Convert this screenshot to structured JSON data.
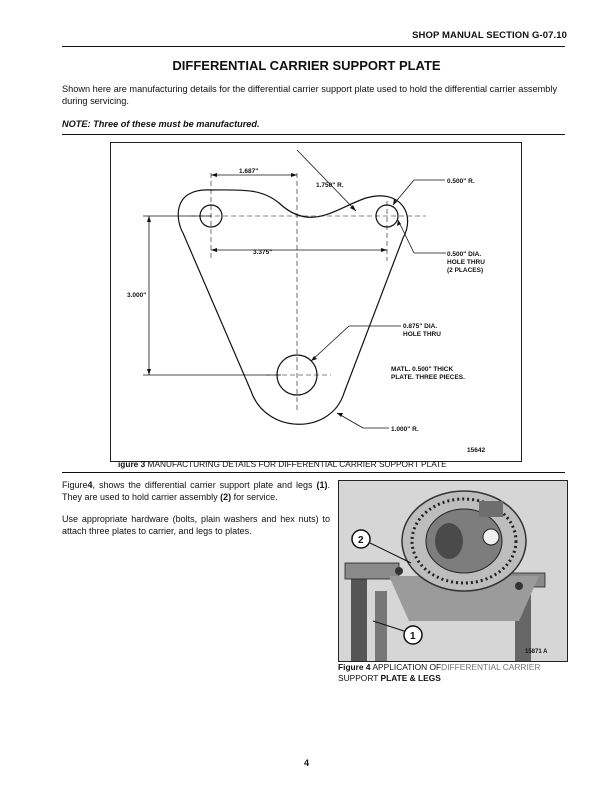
{
  "header": {
    "section": "SHOP MANUAL SECTION G-07.10"
  },
  "title": "DIFFERENTIAL CARRIER SUPPORT PLATE",
  "intro": "Shown here are manufacturing details for the differential carrier support plate used to hold the differential carrier assembly during servicing.",
  "note": {
    "label": "NOTE:",
    "text": "Three of these must be manufactured."
  },
  "figure3": {
    "dims": {
      "d1687": "1.687\"",
      "r1750": "1.750\" R.",
      "r0500": "0.500\" R.",
      "d3375": "3.375\"",
      "hole0500_l1": "0.500\" DIA.",
      "hole0500_l2": "HOLE THRU",
      "hole0500_l3": "(2 PLACES)",
      "d3000": "3.000\"",
      "hole0875_l1": "0.875\" DIA.",
      "hole0875_l2": "HOLE THRU",
      "matl_l1": "MATL. 0.500\" THICK",
      "matl_l2": "PLATE. THREE PIECES.",
      "r1000": "1.000\" R."
    },
    "ref": "15642",
    "caption_label": "igure 3",
    "caption_text": "MANUFACTURING DETAILS FOR DIFFERENTIAL CARRIER SUPPORT PLATE"
  },
  "para2": {
    "a": "Figure",
    "b": "4",
    "c": ", shows the differential carrier support plate and legs",
    "d": "(1)",
    "e": ". They are used to hold carrier assembly",
    "f": "(2)",
    "g": "for service."
  },
  "para3": "Use appropriate hardware (bolts, plain washers and hex nuts) to attach three plates to carrier, and legs to plates.",
  "figure4": {
    "callout1": "1",
    "callout2": "2",
    "ref": "15871 A",
    "caption_label": "Figure 4",
    "caption_text1": "APPLICATION OF",
    "caption_text2": "DIFFERENTIAL CARRIER",
    "caption_text3": "SUPPORT",
    "caption_text4": "PLATE & LEGS"
  },
  "page_number": "4"
}
